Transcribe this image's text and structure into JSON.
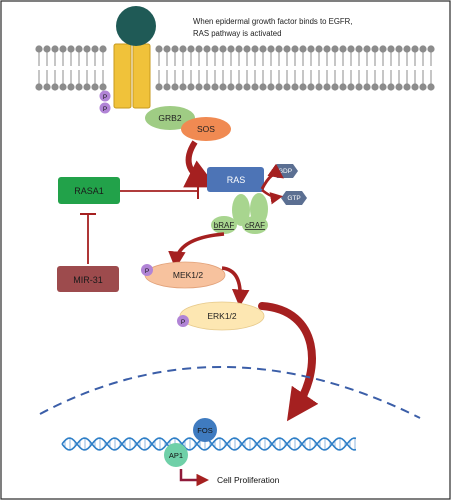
{
  "caption": {
    "line1": "When epidermal growth factor binds to EGFR,",
    "line2": "RAS pathway is activated"
  },
  "nodes": {
    "grb2": "GRB2",
    "sos": "SOS",
    "ras": "RAS",
    "gdp": "GDP",
    "gtp": "GTP",
    "braf": "bRAF",
    "craf": "cRAF",
    "rasa1": "RASA1",
    "mir31": "MIR-31",
    "mek": "MEK1/2",
    "erk": "ERK1/2",
    "fos": "FOS",
    "ap1": "AP1",
    "phospho": "P"
  },
  "output": {
    "label": "Cell Proliferation"
  },
  "colors": {
    "arrow_red": "#a52020",
    "receptor_yellow": "#f0c23a",
    "ligand_teal": "#1f5a56",
    "membrane_grey": "#8c8c8c",
    "phospho_purple": "#b184d6",
    "grb2_green": "#9fcc84",
    "sos_orange": "#f08a52",
    "ras_blue": "#4d74b6",
    "gtp_slate": "#5b6f92",
    "raf_green": "#a8d58f",
    "rasa1_green": "#22a24a",
    "mir31_red": "#9d4b4d",
    "mek_peach": "#f7c29e",
    "erk_cream": "#fde7b2",
    "nucleus_dash": "#3b5ea8",
    "dna_blue": "#2f7fc7"
  }
}
